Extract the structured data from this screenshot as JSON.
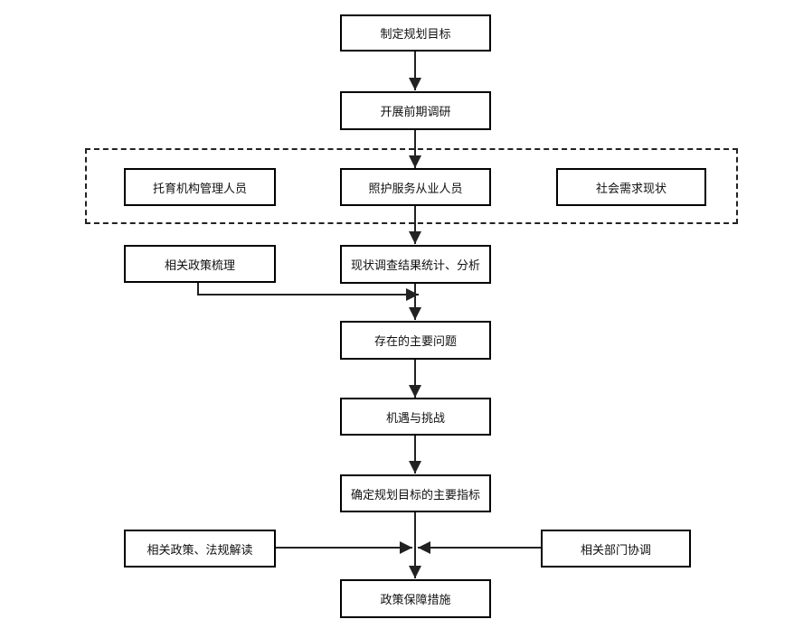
{
  "nodes": {
    "goal": "制定规划目标",
    "research": "开展前期调研",
    "childcare_managers": "托育机构管理人员",
    "care_workers": "照护服务从业人员",
    "social_demand": "社会需求现状",
    "policy_review": "相关政策梳理",
    "survey_analysis": "现状调查结果统计、分析",
    "main_problems": "存在的主要问题",
    "opportunities": "机遇与挑战",
    "key_indicators": "确定规划目标的主要指标",
    "law_interpretation": "相关政策、法规解读",
    "dept_coordination": "相关部门协调",
    "safeguards": "政策保障措施"
  }
}
